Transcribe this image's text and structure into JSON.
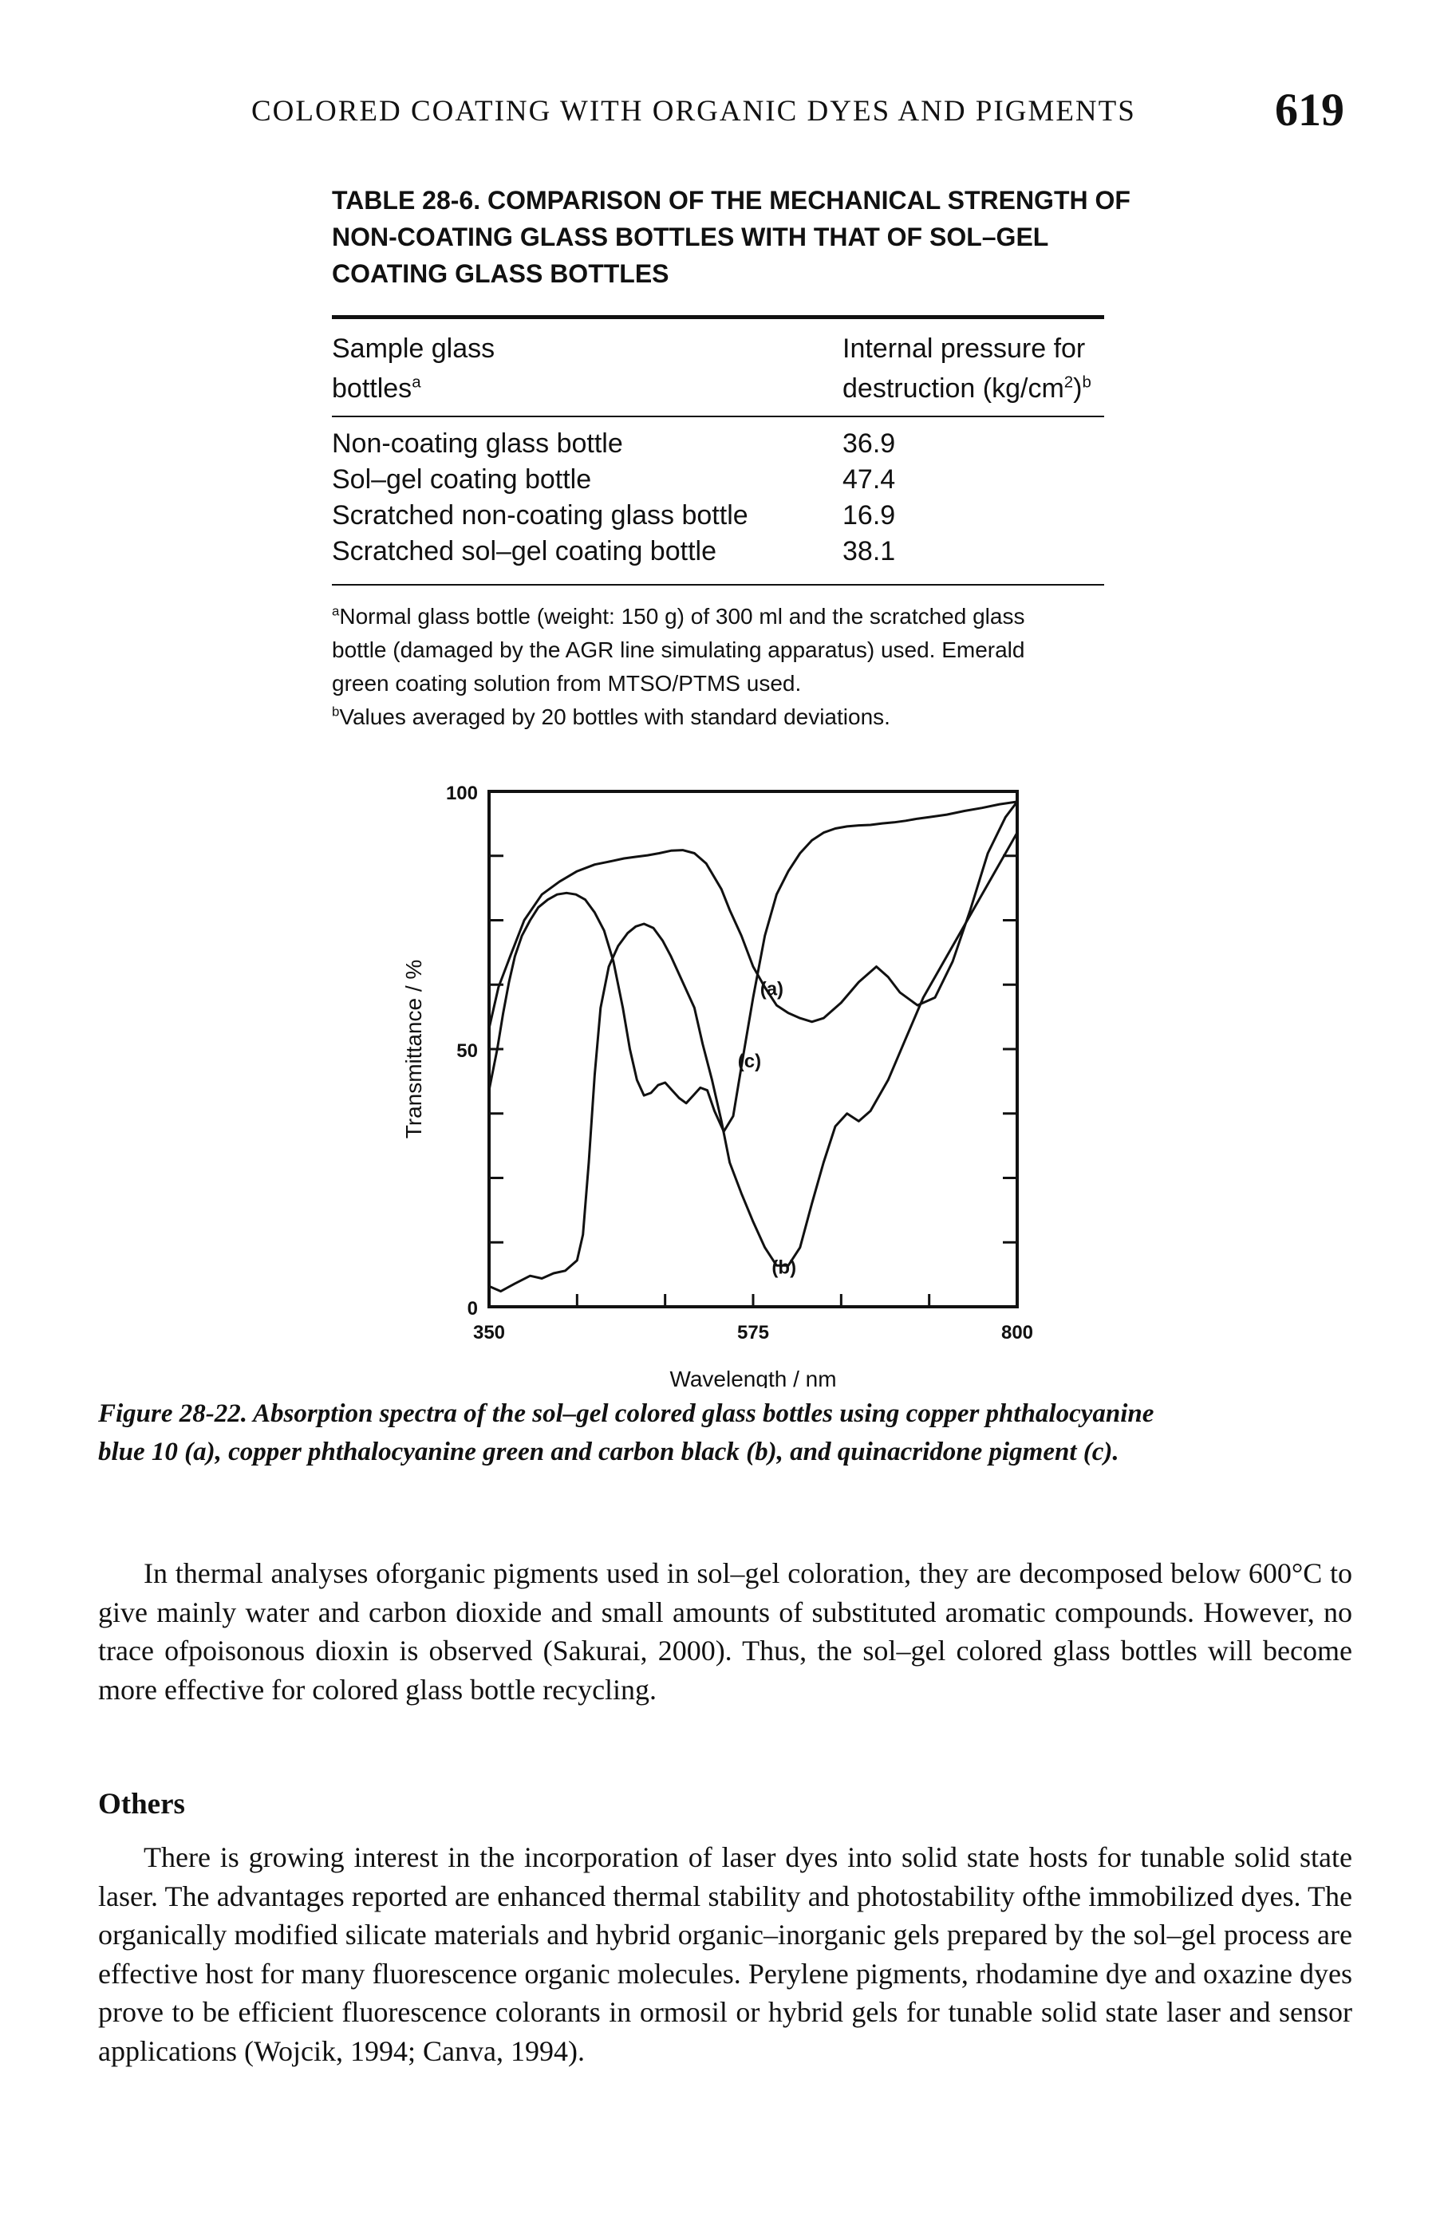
{
  "header": {
    "running_head": "COLORED COATING WITH ORGANIC DYES AND PIGMENTS",
    "page_number": "619"
  },
  "table": {
    "caption_lines": [
      "TABLE 28-6. COMPARISON OF THE MECHANICAL STRENGTH OF",
      "NON-COATING GLASS BOTTLES WITH THAT OF SOL–GEL",
      "COATING GLASS BOTTLES"
    ],
    "col1_header_line1": "Sample glass",
    "col1_header_line2": "bottles",
    "col1_header_mark": "a",
    "col2_header_line1": "Internal pressure for",
    "col2_header_line2a": "destruction (kg/cm",
    "col2_header_sup2": "2",
    "col2_header_line2b": ")",
    "col2_header_mark": "b",
    "rows": [
      {
        "sample": "Non-coating glass bottle",
        "pressure": "36.9"
      },
      {
        "sample": "Sol–gel coating bottle",
        "pressure": "47.4"
      },
      {
        "sample": "Scratched non-coating glass bottle",
        "pressure": "16.9"
      },
      {
        "sample": "Scratched sol–gel coating bottle",
        "pressure": "38.1"
      }
    ],
    "footnote_a_mark": "a",
    "footnote_a_lines": [
      "Normal glass bottle (weight: 150 g) of 300 ml and the scratched glass",
      "bottle (damaged by the AGR line simulating apparatus) used. Emerald",
      "green coating solution from MTSO/PTMS used."
    ],
    "footnote_b_mark": "b",
    "footnote_b_text": "Values averaged by 20 bottles with standard deviations."
  },
  "chart_data": {
    "type": "line",
    "xlabel": "Wavelength / nm",
    "ylabel": "Transmittance / %",
    "xlim": [
      350,
      800
    ],
    "ylim": [
      0,
      100
    ],
    "x_ticks": [
      350,
      575,
      800
    ],
    "y_ticks": [
      0,
      50,
      100
    ],
    "grid": false,
    "series": [
      {
        "name": "(a)",
        "x": [
          350,
          358,
          368,
          380,
          395,
          410,
          425,
          440,
          455,
          465,
          475,
          485,
          495,
          505,
          515,
          525,
          535,
          548,
          555,
          565,
          575,
          585,
          595,
          605,
          615,
          625,
          635,
          650,
          665,
          680,
          690,
          700,
          715,
          730,
          745,
          760,
          775,
          790,
          800
        ],
        "y": [
          54,
          62,
          68,
          75,
          80,
          82.5,
          84.5,
          85.8,
          86.5,
          87,
          87.3,
          87.6,
          88,
          88.5,
          88.6,
          88,
          86,
          81,
          77,
          72,
          66,
          62,
          58.5,
          57,
          56,
          55.3,
          56,
          59,
          63,
          66,
          64,
          61,
          58.5,
          60,
          67,
          77,
          88,
          95,
          98
        ]
      },
      {
        "name": "(b)",
        "x": [
          350,
          360,
          372,
          385,
          395,
          405,
          415,
          425,
          430,
          435,
          440,
          445,
          452,
          460,
          468,
          475,
          482,
          490,
          498,
          505,
          515,
          525,
          532,
          540,
          548,
          555,
          565,
          575,
          585,
          595,
          605,
          615,
          625,
          635,
          645,
          655,
          665,
          675,
          690,
          705,
          720,
          740,
          760,
          780,
          800
        ],
        "y": [
          4,
          3,
          4.5,
          6,
          5.5,
          6.5,
          7,
          9,
          14,
          28,
          45,
          58,
          66,
          70,
          72.5,
          73.8,
          74.3,
          73.5,
          71,
          68,
          63,
          58,
          51,
          44,
          36,
          28,
          22,
          16.5,
          11.5,
          8,
          8,
          11.5,
          20,
          28,
          35,
          37.5,
          36,
          38,
          44,
          52,
          60,
          68,
          76,
          84,
          92
        ]
      },
      {
        "name": "(c)",
        "x": [
          350,
          357,
          362,
          367,
          372,
          378,
          385,
          392,
          400,
          408,
          416,
          424,
          432,
          440,
          448,
          456,
          464,
          470,
          476,
          482,
          488,
          494,
          500,
          506,
          512,
          518,
          524,
          530,
          536,
          542,
          550,
          558,
          566,
          575,
          585,
          595,
          605,
          615,
          625,
          635,
          645,
          655,
          665,
          675,
          685,
          695,
          705,
          715,
          725,
          740,
          755,
          770,
          785,
          800
        ],
        "y": [
          42,
          50,
          57,
          63,
          68,
          72,
          75,
          77.5,
          79,
          80,
          80.3,
          80,
          79,
          76.5,
          73,
          67,
          58,
          50,
          44,
          41,
          41.5,
          43,
          43.5,
          42,
          40.5,
          39.5,
          41,
          42.5,
          42,
          38,
          34,
          37,
          48,
          60,
          72,
          80,
          84.5,
          88,
          90.5,
          92,
          92.8,
          93.2,
          93.4,
          93.5,
          93.8,
          94,
          94.3,
          94.7,
          95,
          95.5,
          96.2,
          96.8,
          97.5,
          98
        ]
      }
    ]
  },
  "figure": {
    "caption_lines": [
      "Figure 28-22. Absorption spectra of the sol–gel colored glass bottles using copper phthalocyanine",
      "blue 10 (a), copper phthalocyanine green and carbon black (b), and quinacridone pigment (c)."
    ]
  },
  "body": {
    "para1": "In thermal analyses oforganic pigments used in sol–gel coloration, they are decomposed below 600°C to give mainly water and carbon dioxide and small amounts of substituted aromatic compounds. However, no trace ofpoisonous dioxin is observed (Sakurai, 2000). Thus, the sol–gel colored glass bottles will become more effective for colored glass bottle recycling.",
    "section_heading": "Others",
    "para2": "There is growing interest in the incorporation of laser dyes into solid state hosts for tunable solid state laser. The advantages reported are enhanced thermal stability and photostability ofthe immobilized dyes. The organically modified silicate materials and hybrid organic–inorganic gels prepared by the sol–gel process are effective host for many fluorescence organic molecules. Perylene pigments, rhodamine dye and oxazine dyes prove to be efficient fluorescence colorants in ormosil or hybrid gels for tunable solid state laser and sensor applications (Wojcik, 1994; Canva, 1994)."
  }
}
